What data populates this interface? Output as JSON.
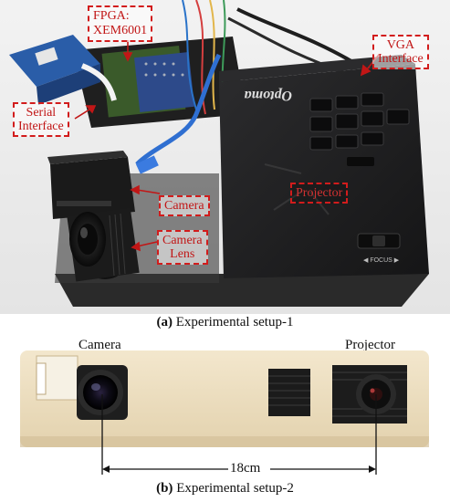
{
  "setup1": {
    "caption_letter": "(a)",
    "caption_text": " Experimental setup-1",
    "labels": {
      "fpga": [
        "FPGA:",
        "XEM6001"
      ],
      "vga": [
        "VGA",
        "Interface"
      ],
      "serial": [
        "Serial",
        "Interface"
      ],
      "camera": "Camera",
      "lens": [
        "Camera",
        "Lens"
      ],
      "projector": "Projector"
    },
    "projector_brand": "Optoma",
    "focus_text": "◀ FOCUS ▶",
    "label_color": "#d21c1c"
  },
  "setup2": {
    "caption_letter": "(b)",
    "caption_text": " Experimental setup-2",
    "camera_label": "Camera",
    "projector_label": "Projector",
    "distance_label": "18cm"
  }
}
